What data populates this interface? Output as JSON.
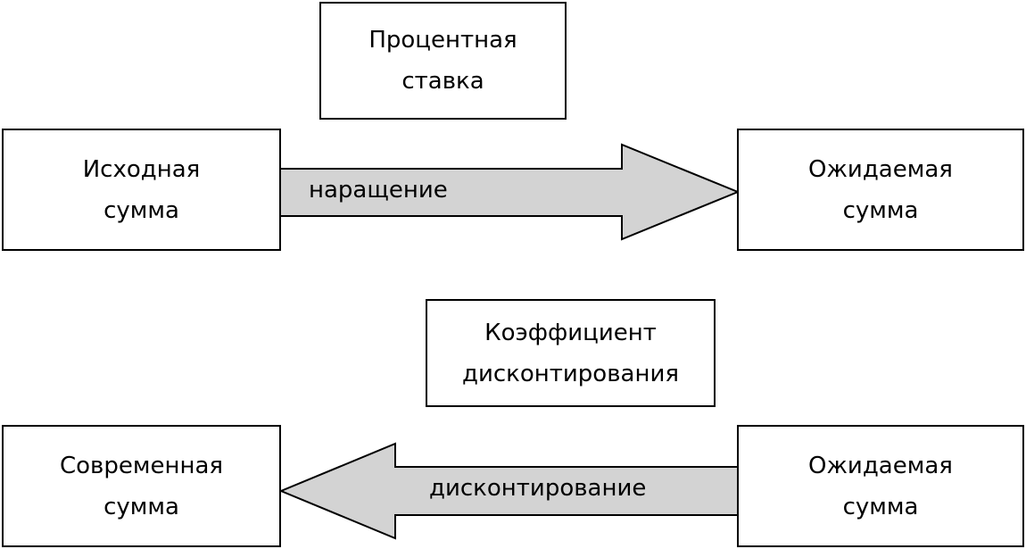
{
  "diagram": {
    "top": {
      "rate_box": "Процентная\nставка",
      "source_box": "Исходная\nсумма",
      "arrow_label": "наращение",
      "target_box": "Ожидаемая\nсумма"
    },
    "bottom": {
      "coef_box": "Коэффициент\nдисконтирования",
      "present_box": "Современная\nсумма",
      "arrow_label": "дисконтирование",
      "expected_box": "Ожидаемая\nсумма"
    }
  },
  "colors": {
    "arrow_fill": "#d3d3d3",
    "stroke": "#000000",
    "box_fill": "#ffffff"
  }
}
